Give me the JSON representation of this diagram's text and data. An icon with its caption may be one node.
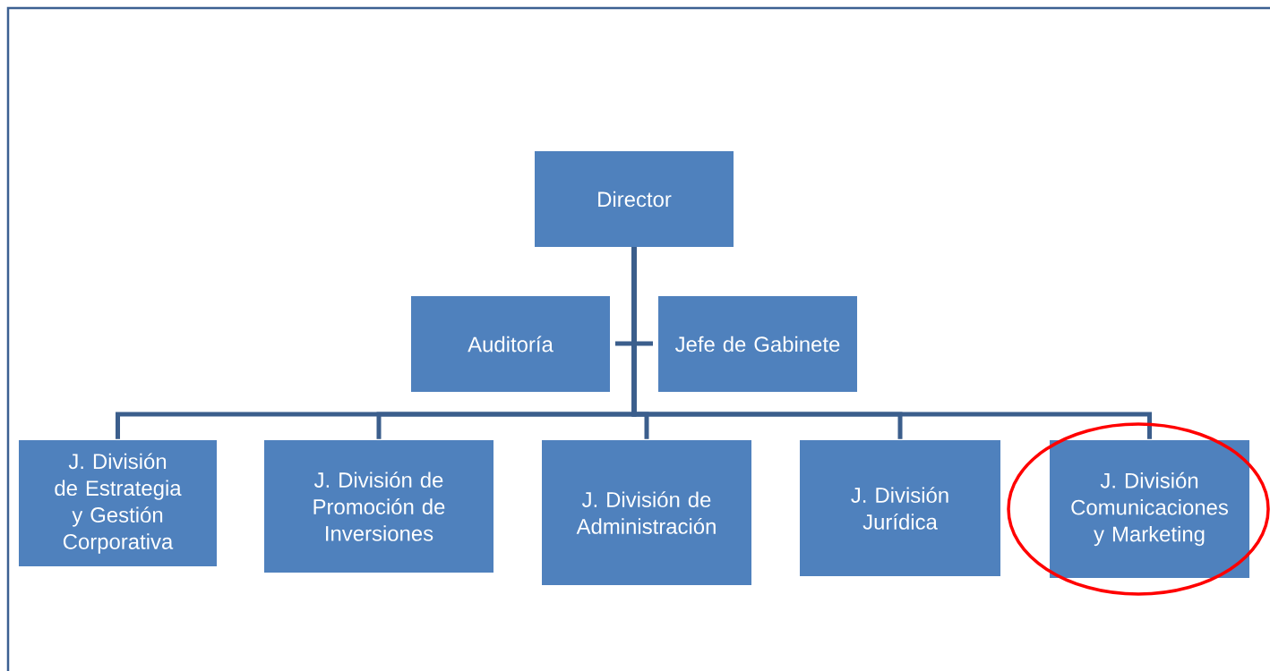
{
  "diagram": {
    "nodes": [
      {
        "text": [
          "Director"
        ]
      },
      {
        "text": [
          "Auditoría"
        ]
      },
      {
        "text": [
          "Jefe de Gabinete"
        ]
      },
      {
        "text": [
          "J. División de Estrategia y Gestión Corporativa"
        ]
      },
      {
        "text": [
          "J. División de Promoción de Inversiones"
        ]
      },
      {
        "text": [
          "J. División de Administración"
        ]
      },
      {
        "text": [
          "J. División Jurídica"
        ]
      },
      {
        "text": [
          "J. División Comunicaciones y Marketing"
        ]
      }
    ],
    "edges": [
      {
        "from": 0,
        "to": 1,
        "arrow": "none"
      },
      {
        "from": 0,
        "to": 2,
        "arrow": "none"
      },
      {
        "from": 0,
        "to": 3,
        "arrow": "none"
      },
      {
        "from": 0,
        "to": 4,
        "arrow": "none"
      },
      {
        "from": 0,
        "to": 5,
        "arrow": "none"
      },
      {
        "from": 0,
        "to": 6,
        "arrow": "none"
      },
      {
        "from": 0,
        "to": 7,
        "arrow": "none"
      }
    ]
  }
}
